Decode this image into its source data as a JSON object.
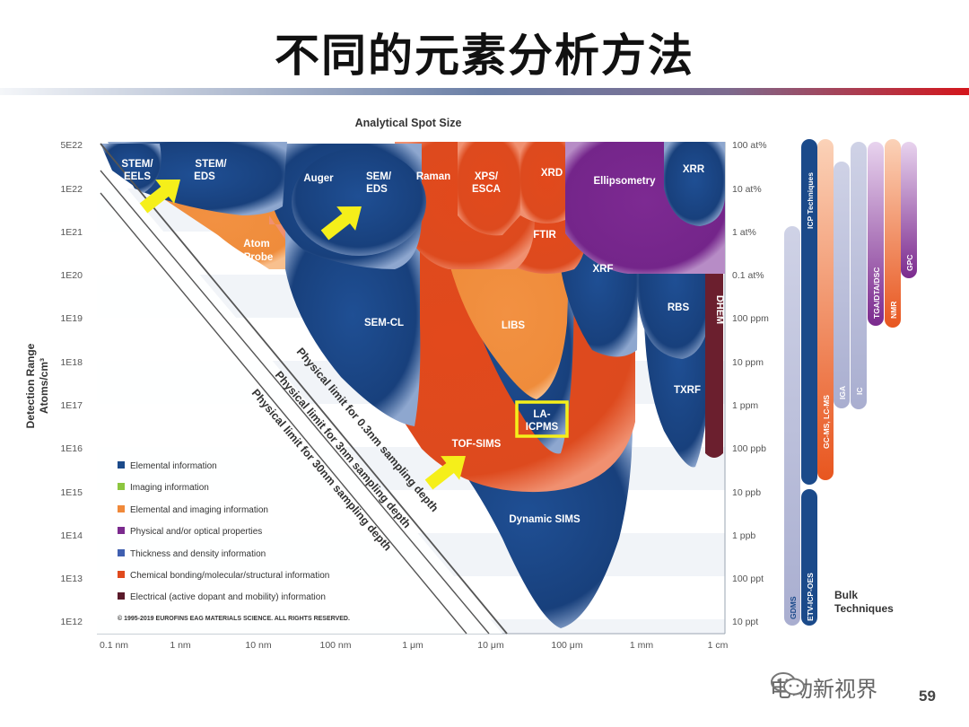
{
  "title": "不同的元素分析方法",
  "page_number": "59",
  "watermark": "电动新视界",
  "diagram": {
    "heading": "Analytical Spot Size",
    "y_title_1": "Detection Range",
    "y_title_2": "Atoms/cm³",
    "left_ticks": [
      "5E22",
      "1E22",
      "1E21",
      "1E20",
      "1E19",
      "1E18",
      "1E17",
      "1E16",
      "1E15",
      "1E14",
      "1E13",
      "1E12"
    ],
    "right_ticks": [
      "100 at%",
      "10 at%",
      "1 at%",
      "0.1 at%",
      "100 ppm",
      "10 ppm",
      "1 ppm",
      "100 ppb",
      "10 ppb",
      "1 ppb",
      "100 ppt",
      "10 ppt"
    ],
    "x_ticks": [
      "0.1 nm",
      "1 nm",
      "10 nm",
      "100 nm",
      "1 μm",
      "10 μm",
      "100 μm",
      "1 mm",
      "1 cm"
    ],
    "limit_lines": [
      "Physical limit for 0.3nm sampling depth",
      "Physical limit for 3nm sampling depth",
      "Physical limit for 30nm sampling depth"
    ],
    "techniques": {
      "stem_eels": [
        "STEM/",
        "EELS"
      ],
      "stem_eds": [
        "STEM/",
        "EDS"
      ],
      "auger": "Auger",
      "sem_eds": [
        "SEM/",
        "EDS"
      ],
      "raman": "Raman",
      "xps": [
        "XPS/",
        "ESCA"
      ],
      "xrd": "XRD",
      "ellipsometry": "Ellipsometry",
      "xrr": "XRR",
      "ftir": "FTIR",
      "atom_probe": [
        "Atom",
        "Probe"
      ],
      "xrf": "XRF",
      "rbs": "RBS",
      "dhem": "DHEM",
      "sem_cl": "SEM-CL",
      "libs": "LIBS",
      "txrf": "TXRF",
      "la_icpms": [
        "LA-",
        "ICPMS"
      ],
      "tof_sims": "TOF-SIMS",
      "dynamic_sims": "Dynamic SIMS"
    },
    "legend": [
      {
        "label": "Elemental information",
        "color": "#1b4a8a"
      },
      {
        "label": "Imaging information",
        "color": "#8cc63f"
      },
      {
        "label": "Elemental and imaging information",
        "color": "#f0893a"
      },
      {
        "label": "Physical and/or optical properties",
        "color": "#7b2a8e"
      },
      {
        "label": "Thickness and density information",
        "color": "#3f5fb0"
      },
      {
        "label": "Chemical bonding/molecular/structural information",
        "color": "#e04a1e"
      },
      {
        "label": "Electrical (active dopant and mobility) information",
        "color": "#5a1a2a"
      }
    ],
    "copyright": "© 1995-2019 EUROFINS EAG MATERIALS SCIENCE. ALL RIGHTS RESERVED.",
    "bulk_techniques": [
      "GDMS",
      "ETV-ICP-OES",
      "ICP Techniques",
      "GC-MS, LC-MS",
      "IGA",
      "IC",
      "TGA/DTA/DSC",
      "NMR",
      "GPC"
    ],
    "bulk_label": [
      "Bulk",
      "Techniques"
    ],
    "colors": {
      "blue": "#1b4a8a",
      "orange": "#e04a1e",
      "light_orange": "#f0893a",
      "purple": "#7b2a8e",
      "maroon": "#6b1f2e",
      "arrow": "#f5ef1a"
    }
  }
}
